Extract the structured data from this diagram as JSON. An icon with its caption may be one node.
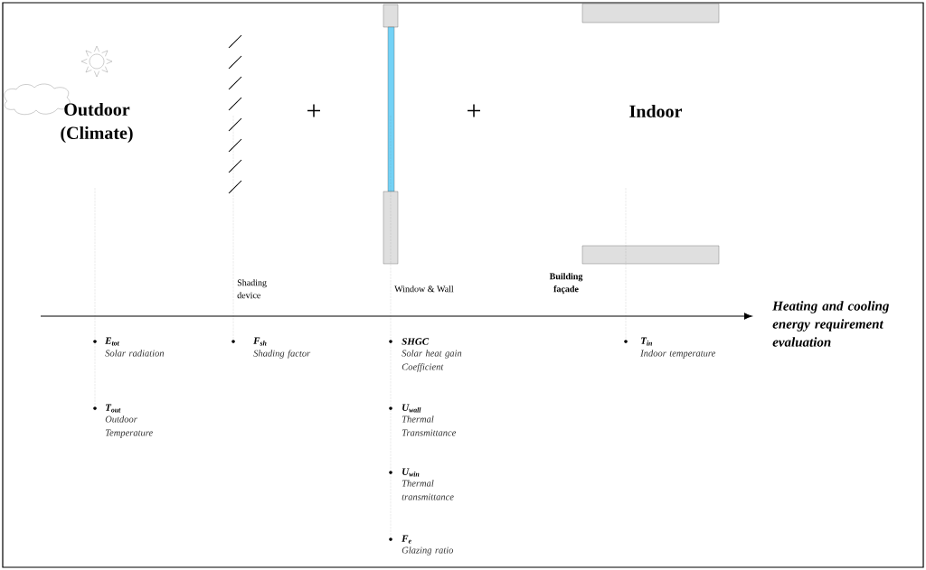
{
  "diagram": {
    "nodes": [
      {
        "text": [
          "Outdoor (Climate)"
        ]
      },
      {
        "text": [
          "Heating and cooling energy requirement evaluation"
        ]
      }
    ],
    "edges": [
      {
        "from": null,
        "to": 1,
        "arrow": "to"
      }
    ],
    "labels": [
      "+",
      "+",
      "Indoor",
      "Shading device",
      "Window & Wall",
      "Building façade",
      "E$_{tot}$",
      "Solar radiation",
      "F$_{sh}$",
      "Shading factor",
      "SHGC",
      "Solar heat gain Coefficient",
      "T$_{in}$",
      "Indoor temperature",
      "T$_{out}$",
      "Outdoor Temperature",
      "U$_{wall}$",
      "Thermal Transmittance",
      "U$_{win}$",
      "Thermal transmittance",
      "F$_{e}$",
      "Glazing ratio"
    ]
  }
}
